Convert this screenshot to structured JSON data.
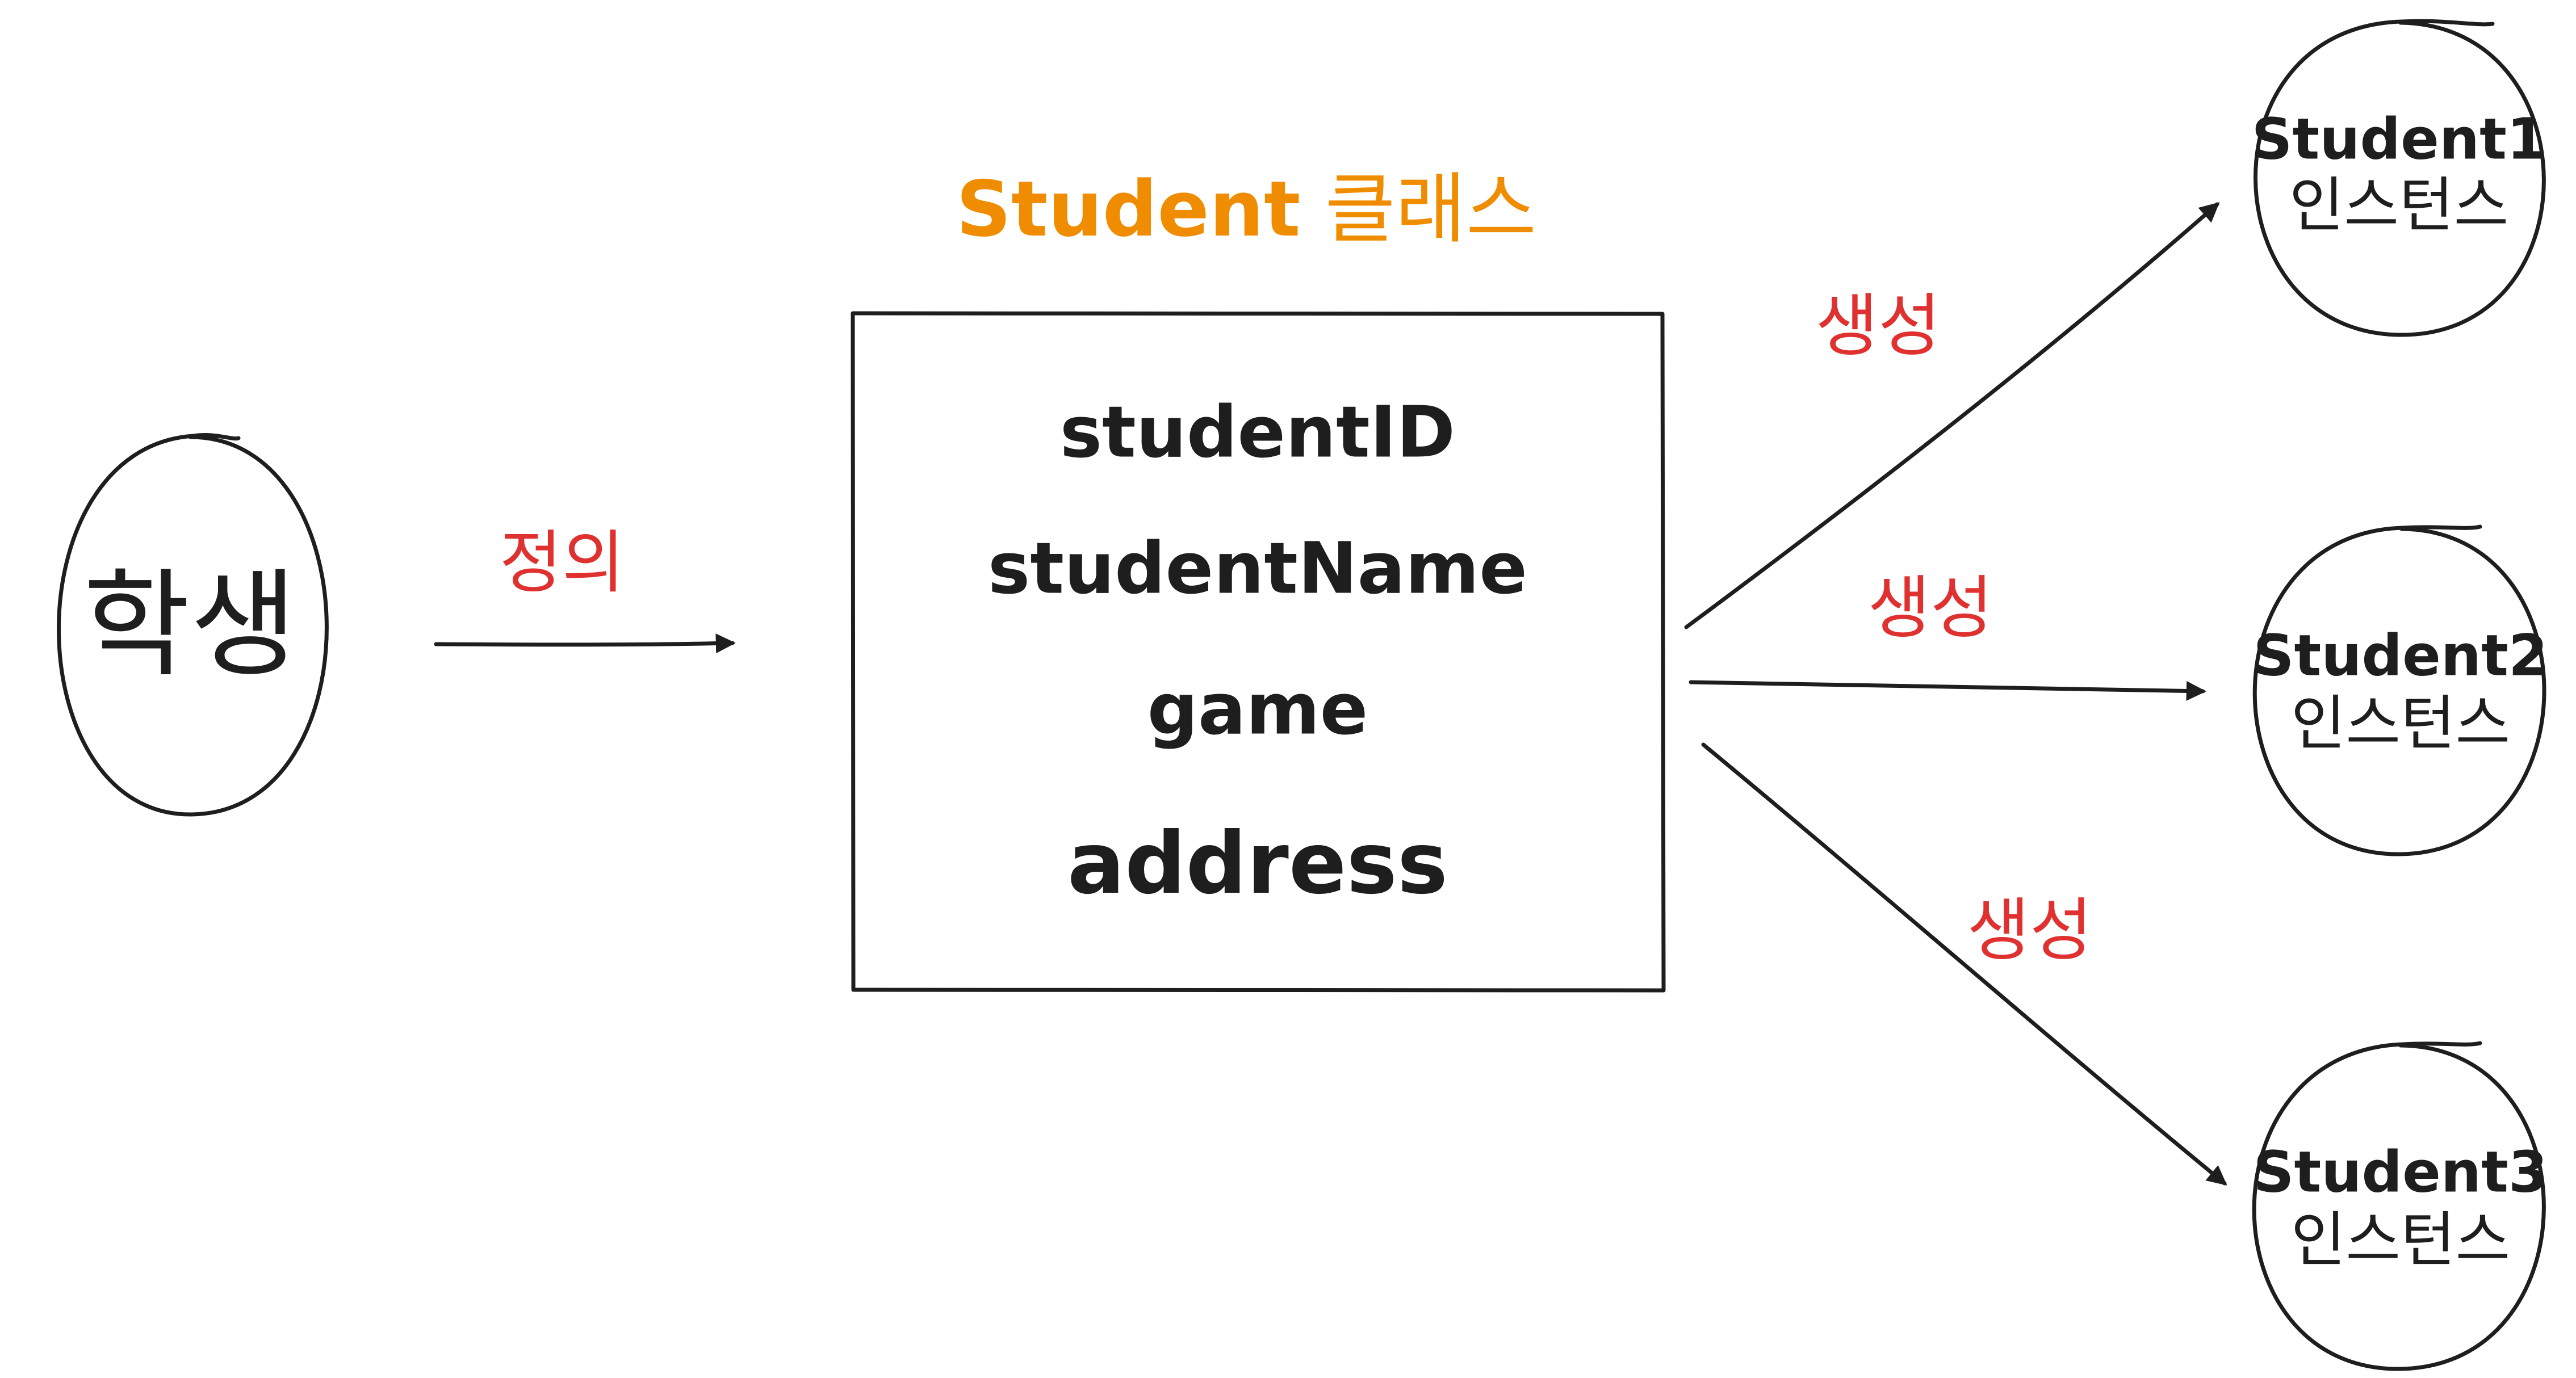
{
  "diagram": {
    "concept": {
      "label": "학생",
      "edge_label": "정의"
    },
    "class_box": {
      "title_bold": "Student",
      "title_rest": " 클래스",
      "fields": [
        "studentID",
        "studentName",
        "game",
        "address"
      ]
    },
    "instances": [
      {
        "name": "Student1",
        "sub": "인스턴스",
        "edge_label": "생성"
      },
      {
        "name": "Student2",
        "sub": "인스턴스",
        "edge_label": "생성"
      },
      {
        "name": "Student3",
        "sub": "인스턴스",
        "edge_label": "생성"
      }
    ]
  },
  "colors": {
    "stroke": "#1e1e1e",
    "title_accent": "#f08c00",
    "edge_label": "#e03131"
  }
}
